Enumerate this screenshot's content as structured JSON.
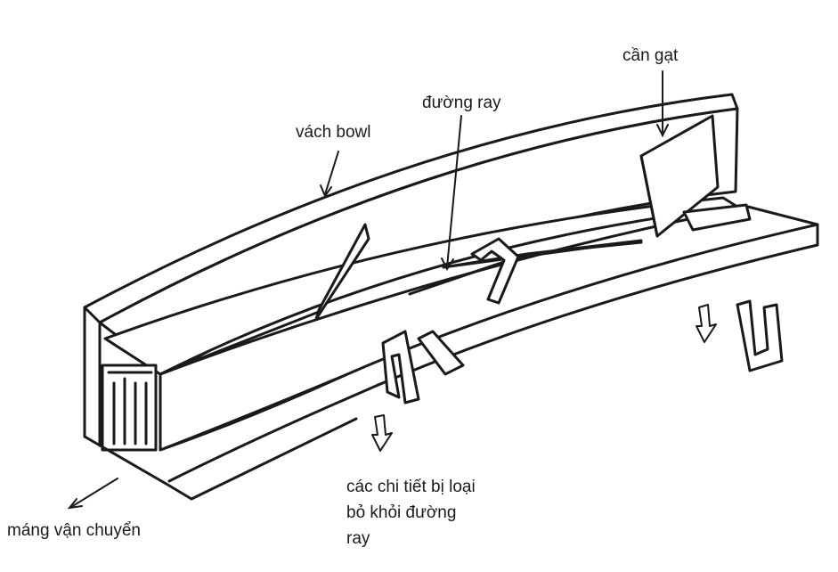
{
  "labels": {
    "can_gat": "cần gạt",
    "duong_ray": "đường ray",
    "vach_bowl": "vách bowl",
    "rejected_line1": "các chi tiết bị loại",
    "rejected_line2": "bỏ khỏi đường",
    "rejected_line3": "ray",
    "mang_van_chuyen": "máng vận chuyển"
  },
  "colors": {
    "ink": "#1a1a1a",
    "paper": "#ffffff"
  }
}
